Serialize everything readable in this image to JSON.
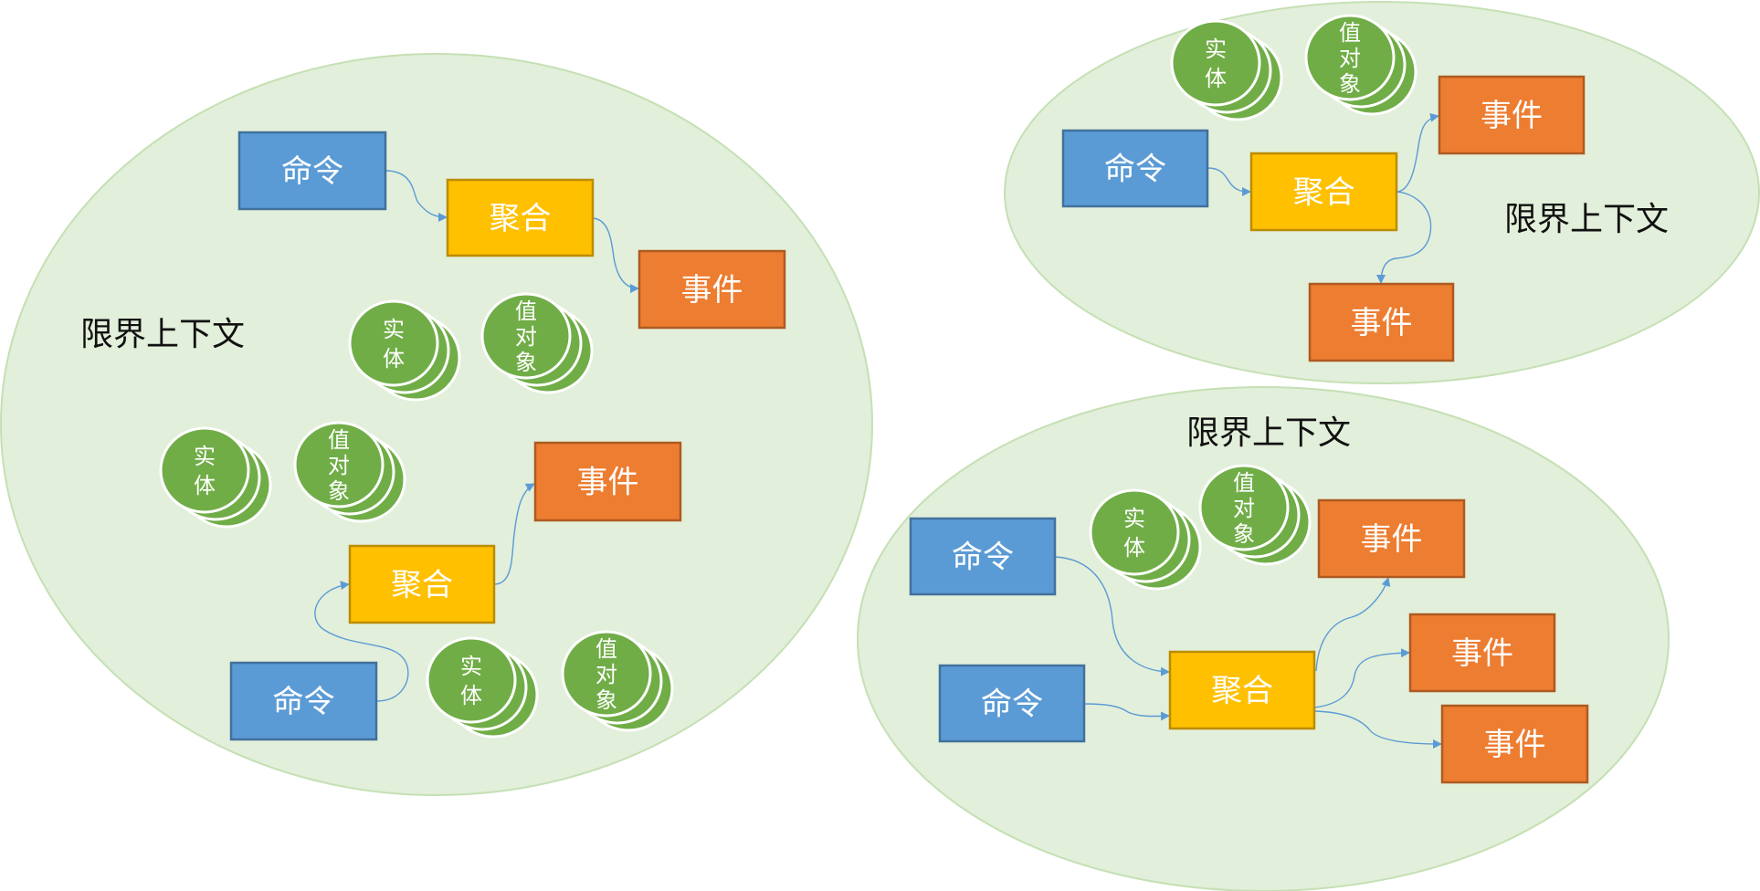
{
  "colors": {
    "context_fill": "#E2EFDA",
    "context_stroke": "#C5E0B4",
    "command_fill": "#5B9BD5",
    "command_stroke": "#41719C",
    "aggregate_fill": "#FFC000",
    "aggregate_stroke": "#BC8C00",
    "event_fill": "#ED7D31",
    "event_stroke": "#AE5A21",
    "coin_fill": "#70AD47",
    "coin_stroke": "#FFFFFF",
    "arrow": "#5B9BD5"
  },
  "legend_terms": {
    "bounded_context": "限界上下文",
    "command": "命令",
    "aggregate": "聚合",
    "event": "事件",
    "entity": "实体",
    "value_object": "值对象"
  },
  "contexts": [
    {
      "id": "left",
      "label": "限界上下文",
      "nodes": [
        {
          "id": "l-cmd1",
          "type": "command",
          "label": "命令"
        },
        {
          "id": "l-agg1",
          "type": "aggregate",
          "label": "聚合"
        },
        {
          "id": "l-evt1",
          "type": "event",
          "label": "事件"
        },
        {
          "id": "l-ent1",
          "type": "entity",
          "label": "实体"
        },
        {
          "id": "l-vo1",
          "type": "value_object",
          "label": "值对象"
        },
        {
          "id": "l-ent2",
          "type": "entity",
          "label": "实体"
        },
        {
          "id": "l-vo2",
          "type": "value_object",
          "label": "值对象"
        },
        {
          "id": "l-evt2",
          "type": "event",
          "label": "事件"
        },
        {
          "id": "l-agg2",
          "type": "aggregate",
          "label": "聚合"
        },
        {
          "id": "l-cmd2",
          "type": "command",
          "label": "命令"
        },
        {
          "id": "l-ent3",
          "type": "entity",
          "label": "实体"
        },
        {
          "id": "l-vo3",
          "type": "value_object",
          "label": "值对象"
        }
      ],
      "edges": [
        {
          "from": "l-cmd1",
          "to": "l-agg1"
        },
        {
          "from": "l-agg1",
          "to": "l-evt1"
        },
        {
          "from": "l-cmd2",
          "to": "l-agg2"
        },
        {
          "from": "l-agg2",
          "to": "l-evt2"
        }
      ]
    },
    {
      "id": "top-right",
      "label": "限界上下文",
      "nodes": [
        {
          "id": "t-ent",
          "type": "entity",
          "label": "实体"
        },
        {
          "id": "t-vo",
          "type": "value_object",
          "label": "值对象"
        },
        {
          "id": "t-cmd",
          "type": "command",
          "label": "命令"
        },
        {
          "id": "t-agg",
          "type": "aggregate",
          "label": "聚合"
        },
        {
          "id": "t-evt1",
          "type": "event",
          "label": "事件"
        },
        {
          "id": "t-evt2",
          "type": "event",
          "label": "事件"
        }
      ],
      "edges": [
        {
          "from": "t-cmd",
          "to": "t-agg"
        },
        {
          "from": "t-agg",
          "to": "t-evt1"
        },
        {
          "from": "t-agg",
          "to": "t-evt2"
        }
      ]
    },
    {
      "id": "bottom-right",
      "label": "限界上下文",
      "nodes": [
        {
          "id": "b-ent",
          "type": "entity",
          "label": "实体"
        },
        {
          "id": "b-vo",
          "type": "value_object",
          "label": "值对象"
        },
        {
          "id": "b-evt1",
          "type": "event",
          "label": "事件"
        },
        {
          "id": "b-cmd1",
          "type": "command",
          "label": "命令"
        },
        {
          "id": "b-agg",
          "type": "aggregate",
          "label": "聚合"
        },
        {
          "id": "b-evt2",
          "type": "event",
          "label": "事件"
        },
        {
          "id": "b-cmd2",
          "type": "command",
          "label": "命令"
        },
        {
          "id": "b-evt3",
          "type": "event",
          "label": "事件"
        }
      ],
      "edges": [
        {
          "from": "b-cmd1",
          "to": "b-agg"
        },
        {
          "from": "b-cmd2",
          "to": "b-agg"
        },
        {
          "from": "b-agg",
          "to": "b-evt1"
        },
        {
          "from": "b-agg",
          "to": "b-evt2"
        },
        {
          "from": "b-agg",
          "to": "b-evt3"
        }
      ]
    }
  ]
}
